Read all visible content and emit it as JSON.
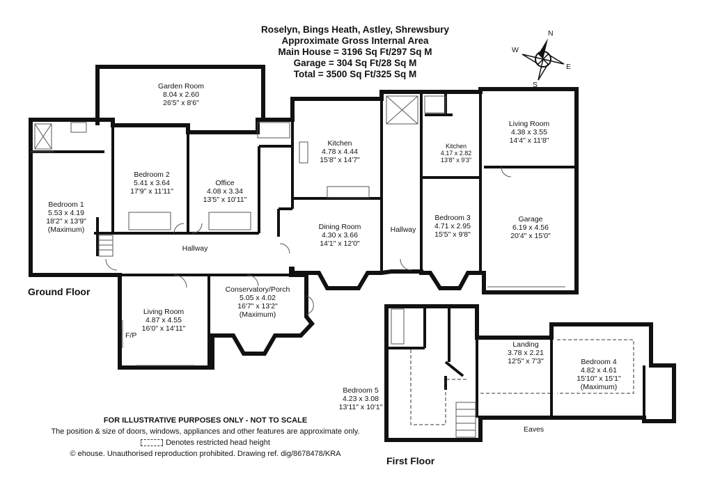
{
  "header": {
    "line1": "Roselyn, Bings Heath, Astley, Shrewsbury",
    "line2": "Approximate Gross Internal Area",
    "line3": "Main House = 3196 Sq Ft/297 Sq M",
    "line4": "Garage = 304 Sq Ft/28 Sq M",
    "line5": "Total = 3500 Sq Ft/325 Sq M"
  },
  "compass": {
    "n": "N",
    "s": "S",
    "e": "E",
    "w": "W"
  },
  "floors": {
    "ground": "Ground Floor",
    "first": "First Floor"
  },
  "rooms": {
    "garden_room": {
      "name": "Garden Room",
      "metric": "8.04 x 2.60",
      "imperial": "26'5\" x 8'6\""
    },
    "kitchen": {
      "name": "Kitchen",
      "metric": "4.78 x 4.44",
      "imperial": "15'8\" x 14'7\""
    },
    "kitchen2": {
      "name": "Kitchen",
      "metric": "4.17 x 2.82",
      "imperial": "13'8\" x 9'3\""
    },
    "living_room_annex": {
      "name": "Living Room",
      "metric": "4.38 x 3.55",
      "imperial": "14'4\" x 11'8\""
    },
    "bedroom1": {
      "name": "Bedroom 1",
      "metric": "5.53 x 4.19",
      "imperial": "18'2\" x 13'9\"",
      "note": "(Maximum)"
    },
    "bedroom2": {
      "name": "Bedroom 2",
      "metric": "5.41 x 3.64",
      "imperial": "17'9\" x 11'11\""
    },
    "office": {
      "name": "Office",
      "metric": "4.08 x 3.34",
      "imperial": "13'5\" x 10'11\""
    },
    "dining_room": {
      "name": "Dining Room",
      "metric": "4.30 x 3.66",
      "imperial": "14'1\" x 12'0\""
    },
    "hallway": {
      "name": "Hallway"
    },
    "hallway2": {
      "name": "Hallway"
    },
    "bedroom3": {
      "name": "Bedroom 3",
      "metric": "4.71 x 2.95",
      "imperial": "15'5\" x 9'8\""
    },
    "garage": {
      "name": "Garage",
      "metric": "6.19 x 4.56",
      "imperial": "20'4\" x 15'0\""
    },
    "living_room": {
      "name": "Living Room",
      "metric": "4.87 x 4.55",
      "imperial": "16'0\" x 14'11\""
    },
    "fp": "F/P",
    "conservatory": {
      "name": "Conservatory/Porch",
      "metric": "5.05 x 4.02",
      "imperial": "16'7\" x 13'2\"",
      "note": "(Maximum)"
    },
    "landing": {
      "name": "Landing",
      "metric": "3.78 x 2.21",
      "imperial": "12'5\" x 7'3\""
    },
    "bedroom4": {
      "name": "Bedroom 4",
      "metric": "4.82 x 4.61",
      "imperial": "15'10\" x 15'1\"",
      "note": "(Maximum)"
    },
    "bedroom5": {
      "name": "Bedroom 5",
      "metric": "4.23 x 3.08",
      "imperial": "13'11\" x 10'1\""
    },
    "eaves": "Eaves"
  },
  "disclaimer": {
    "title": "FOR ILLUSTRATIVE PURPOSES ONLY - NOT TO SCALE",
    "line1": "The position & size of doors, windows, appliances and other features are approximate only.",
    "legend": "Denotes restricted head height",
    "copyright": "© ehouse. Unauthorised reproduction prohibited. Drawing ref. dig/8678478/KRA"
  }
}
